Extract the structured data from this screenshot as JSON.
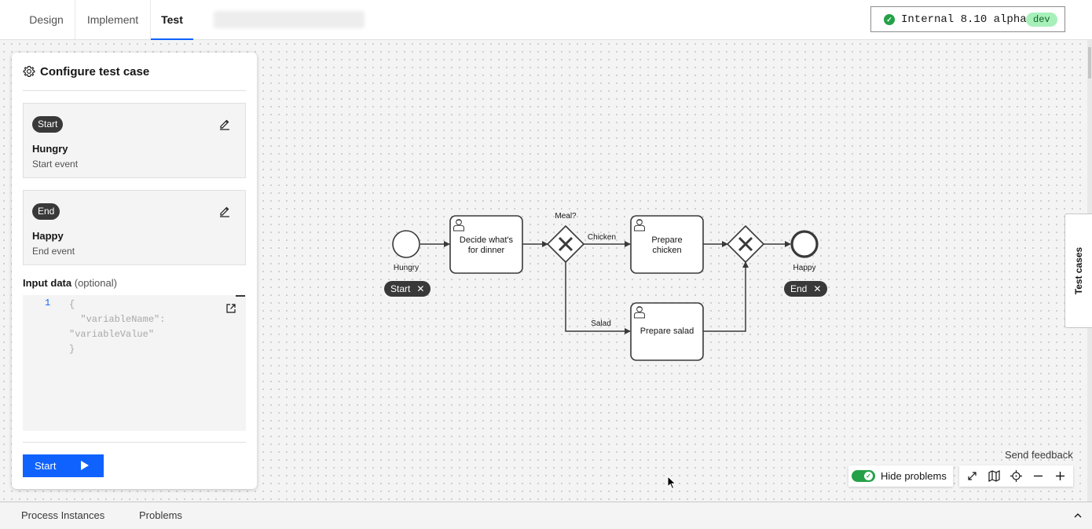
{
  "tabs": [
    {
      "label": "Design"
    },
    {
      "label": "Implement"
    },
    {
      "label": "Test"
    }
  ],
  "environment": {
    "label": "Internal 8.10 alpha",
    "badge": "dev"
  },
  "panel": {
    "title": "Configure test case",
    "start_event": {
      "tag": "Start",
      "name": "Hungry",
      "type": "Start event"
    },
    "end_event": {
      "tag": "End",
      "name": "Happy",
      "type": "End event"
    },
    "input_label": "Input data",
    "input_optional": "(optional)",
    "editor": {
      "line_number": "1",
      "code": "{\n  \"variableName\":\n\"variableValue\"\n}"
    },
    "start_button": "Start"
  },
  "diagram": {
    "start_event_label": "Hungry",
    "task1_line1": "Decide what's",
    "task1_line2": "for dinner",
    "gateway_label": "Meal?",
    "flow_chicken": "Chicken",
    "flow_salad": "Salad",
    "task2_line1": "Prepare",
    "task2_line2": "chicken",
    "task3": "Prepare salad",
    "end_event_label": "Happy",
    "chip_start": "Start",
    "chip_end": "End"
  },
  "test_cases_tab": "Test cases",
  "feedback": "Send feedback",
  "hide_problems": "Hide problems",
  "bottom_tabs": [
    {
      "label": "Process Instances"
    },
    {
      "label": "Problems"
    }
  ],
  "colors": {
    "accent": "#0f62fe",
    "success": "#24a148",
    "dark_chip": "#393939"
  }
}
